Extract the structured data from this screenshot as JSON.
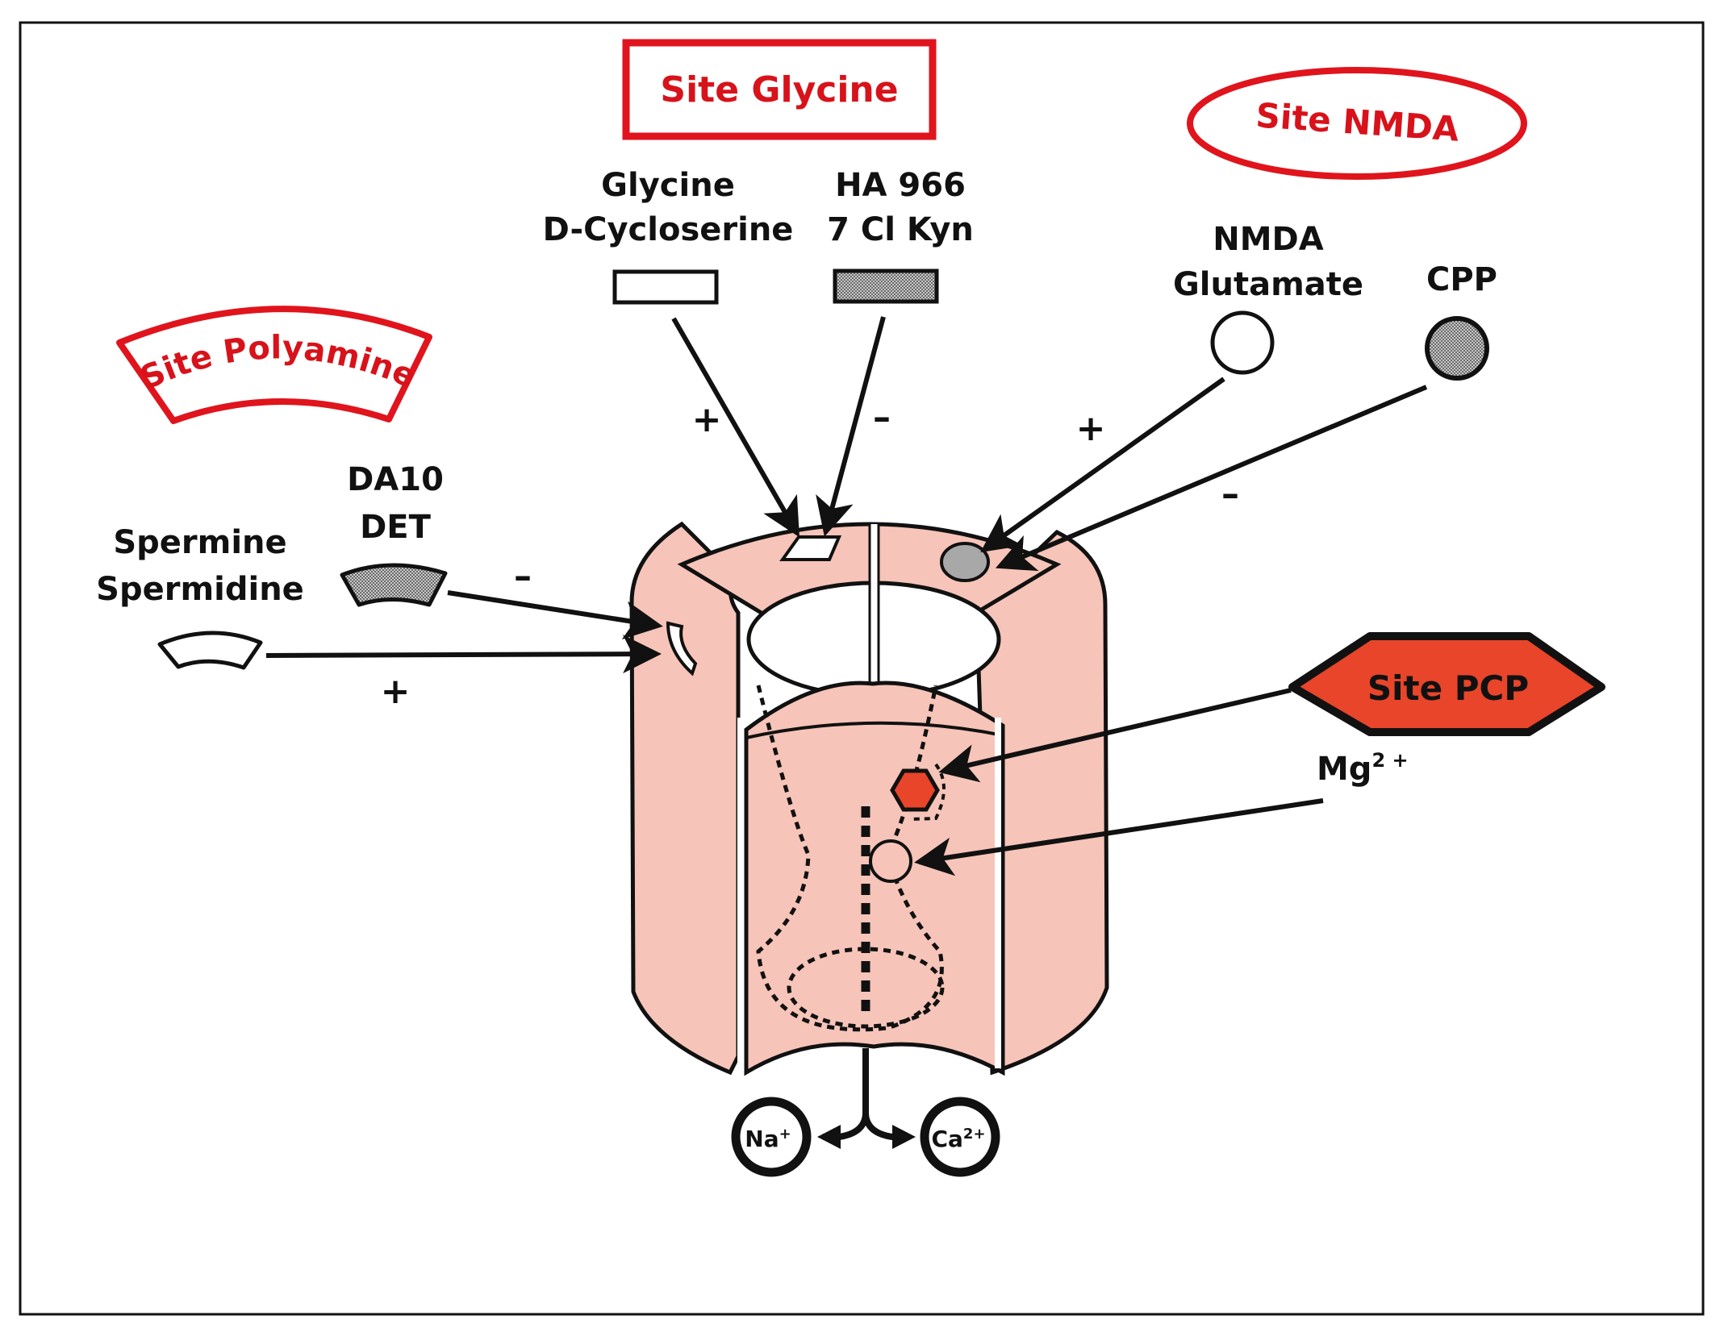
{
  "colors": {
    "site_red": "#e0141c",
    "pcp_fill": "#e8452a",
    "channel_pink": "#f6c4b8",
    "antagonist_gray": "#a8a8a8",
    "outline": "#111111"
  },
  "sites": {
    "glycine": "Site Glycine",
    "nmda": "Site NMDA",
    "polyamine": "Site Polyamine",
    "pcp": "Site PCP"
  },
  "ligands": {
    "glycine_agonists": [
      "Glycine",
      "D-Cycloserine"
    ],
    "glycine_antagonists": [
      "HA 966",
      "7 Cl Kyn"
    ],
    "nmda_agonists": [
      "NMDA",
      "Glutamate"
    ],
    "nmda_antagonists": [
      "CPP"
    ],
    "polyamine_agonists": [
      "Spermine",
      "Spermidine"
    ],
    "polyamine_antagonists": [
      "DA10",
      "DET"
    ],
    "channel_blocker": {
      "base": "Mg",
      "sup": "2 +"
    }
  },
  "effects": {
    "glycine_agonist": "+",
    "glycine_antagonist": "–",
    "nmda_agonist": "+",
    "nmda_antagonist": "–",
    "polyamine_antagonist": "–",
    "polyamine_agonist": "+"
  },
  "ions": [
    {
      "base": "Na",
      "sup": "+"
    },
    {
      "base": "Ca",
      "sup": "2+"
    }
  ]
}
